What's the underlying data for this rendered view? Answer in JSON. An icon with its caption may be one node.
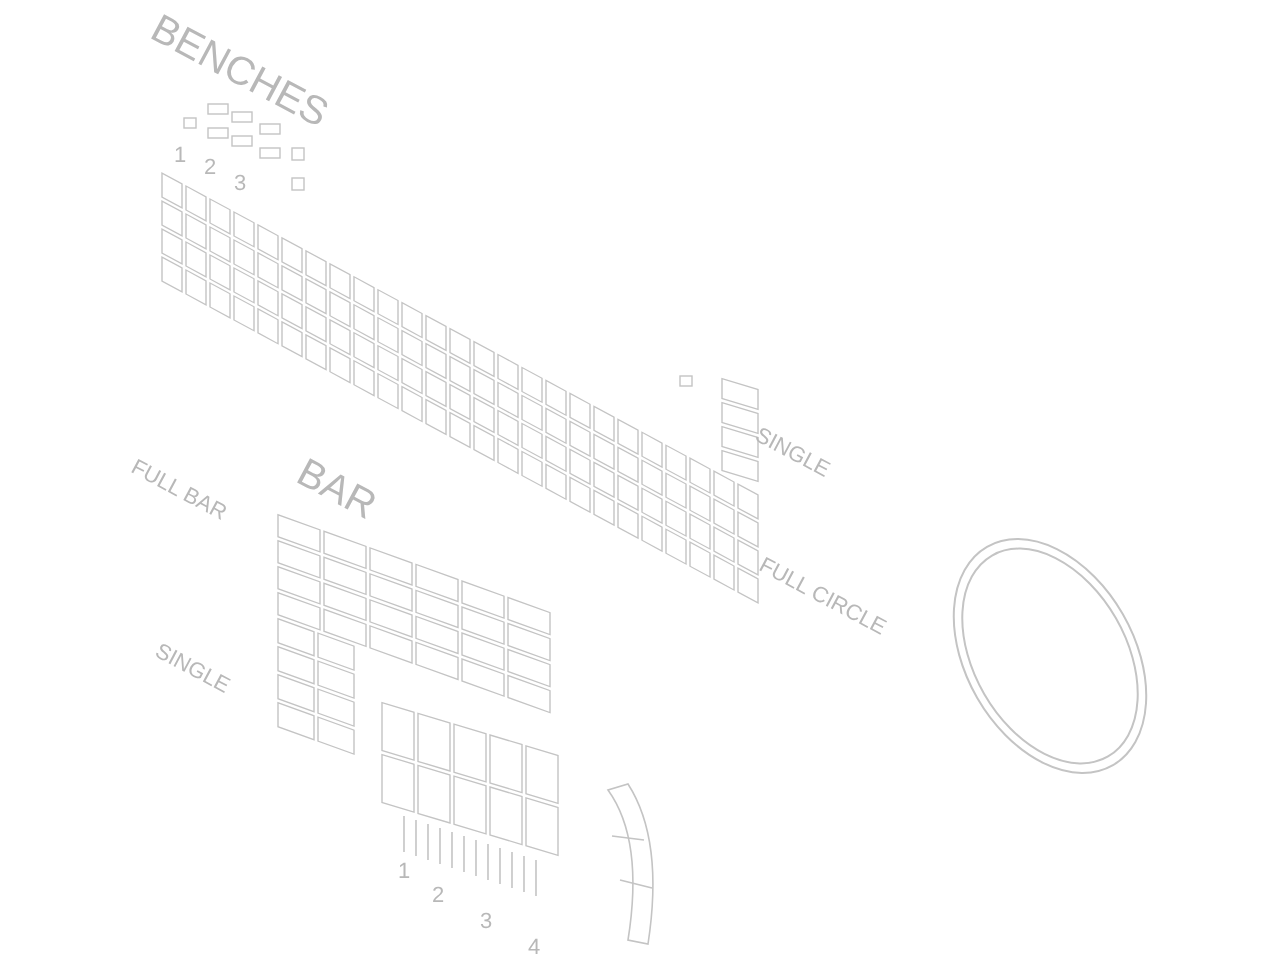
{
  "diagram": {
    "labels": [
      "BENCHES",
      "1",
      "2",
      "3",
      "SINGLE",
      "FULL CIRCLE",
      "BAR",
      "FULL BAR",
      "SINGLE",
      "1",
      "2",
      "3",
      "4"
    ]
  }
}
